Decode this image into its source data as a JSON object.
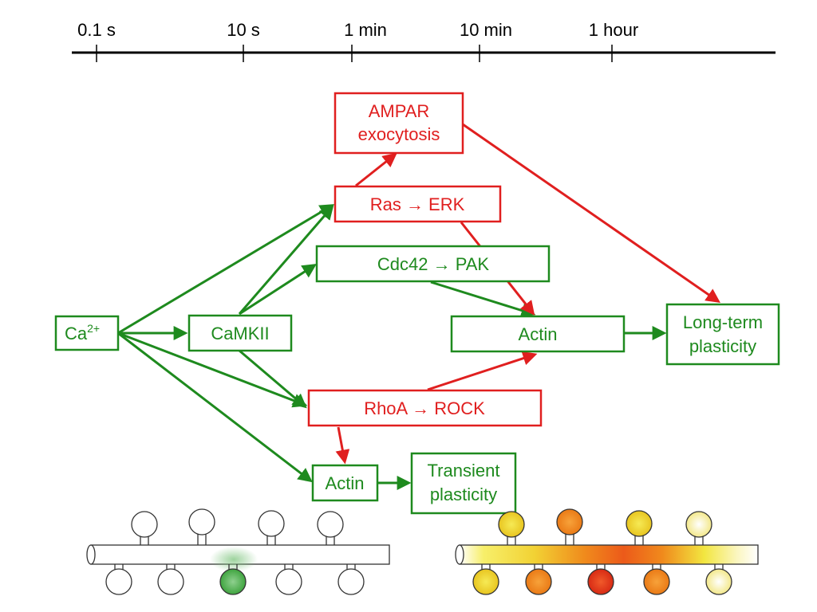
{
  "timeline": {
    "ticks": [
      {
        "label": "0.1 s"
      },
      {
        "label": "10 s"
      },
      {
        "label": "1 min"
      },
      {
        "label": "10 min"
      },
      {
        "label": "1 hour"
      }
    ]
  },
  "nodes": {
    "ca": {
      "label": "Ca",
      "sup": "2+"
    },
    "camkii": {
      "label": "CaMKII"
    },
    "ampar": {
      "line1": "AMPAR",
      "line2": "exocytosis"
    },
    "ras_erk": {
      "label": "Ras → ERK"
    },
    "cdc42_pak": {
      "label": "Cdc42 → PAK"
    },
    "actin_main": {
      "label": "Actin"
    },
    "long_term": {
      "line1": "Long-term",
      "line2": "plasticity"
    },
    "rhoa_rock": {
      "label": "RhoA → ROCK"
    },
    "actin_small": {
      "label": "Actin"
    },
    "transient": {
      "line1": "Transient",
      "line2": "plasticity"
    }
  },
  "colors": {
    "green": "#1e8a1e",
    "red": "#e01f1f",
    "spine_yellow": "#f2e640",
    "spine_orange": "#f0841c",
    "spine_red": "#e63a1c",
    "spine_green": "#4caf50"
  }
}
